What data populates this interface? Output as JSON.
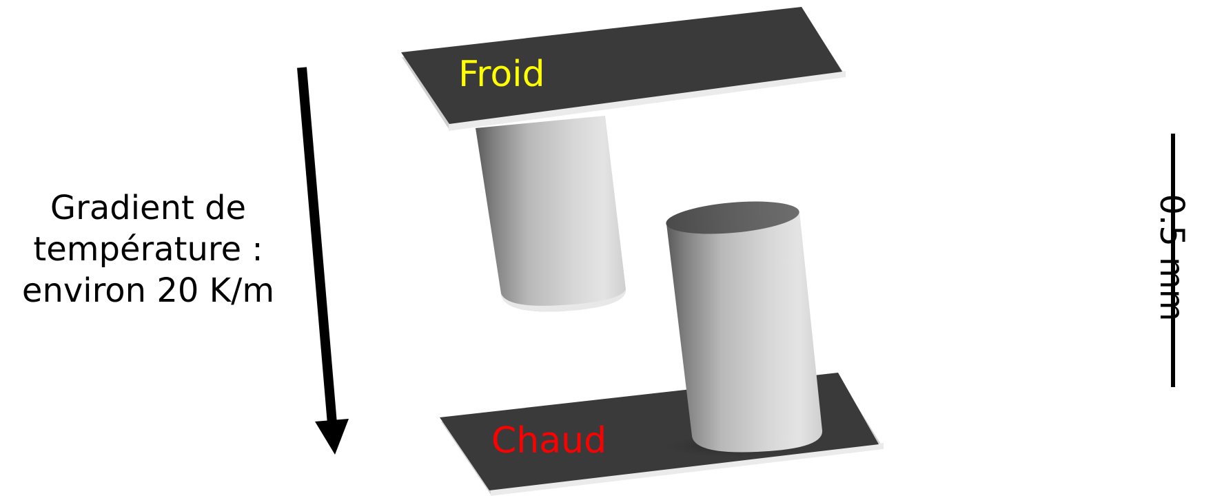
{
  "labels": {
    "gradient_lines": [
      "Gradient de",
      "température :",
      "environ 20 K/m"
    ],
    "cold_plate": "Froid",
    "hot_plate": "Chaud",
    "scale_bar": "0.5 mm"
  },
  "colors": {
    "cold_label": "#ffff00",
    "hot_label": "#ff0000",
    "plate": "#3a3a3a",
    "plate_edge": "#cfcfcf",
    "arrow": "#000000",
    "scale_bar": "#000000"
  }
}
